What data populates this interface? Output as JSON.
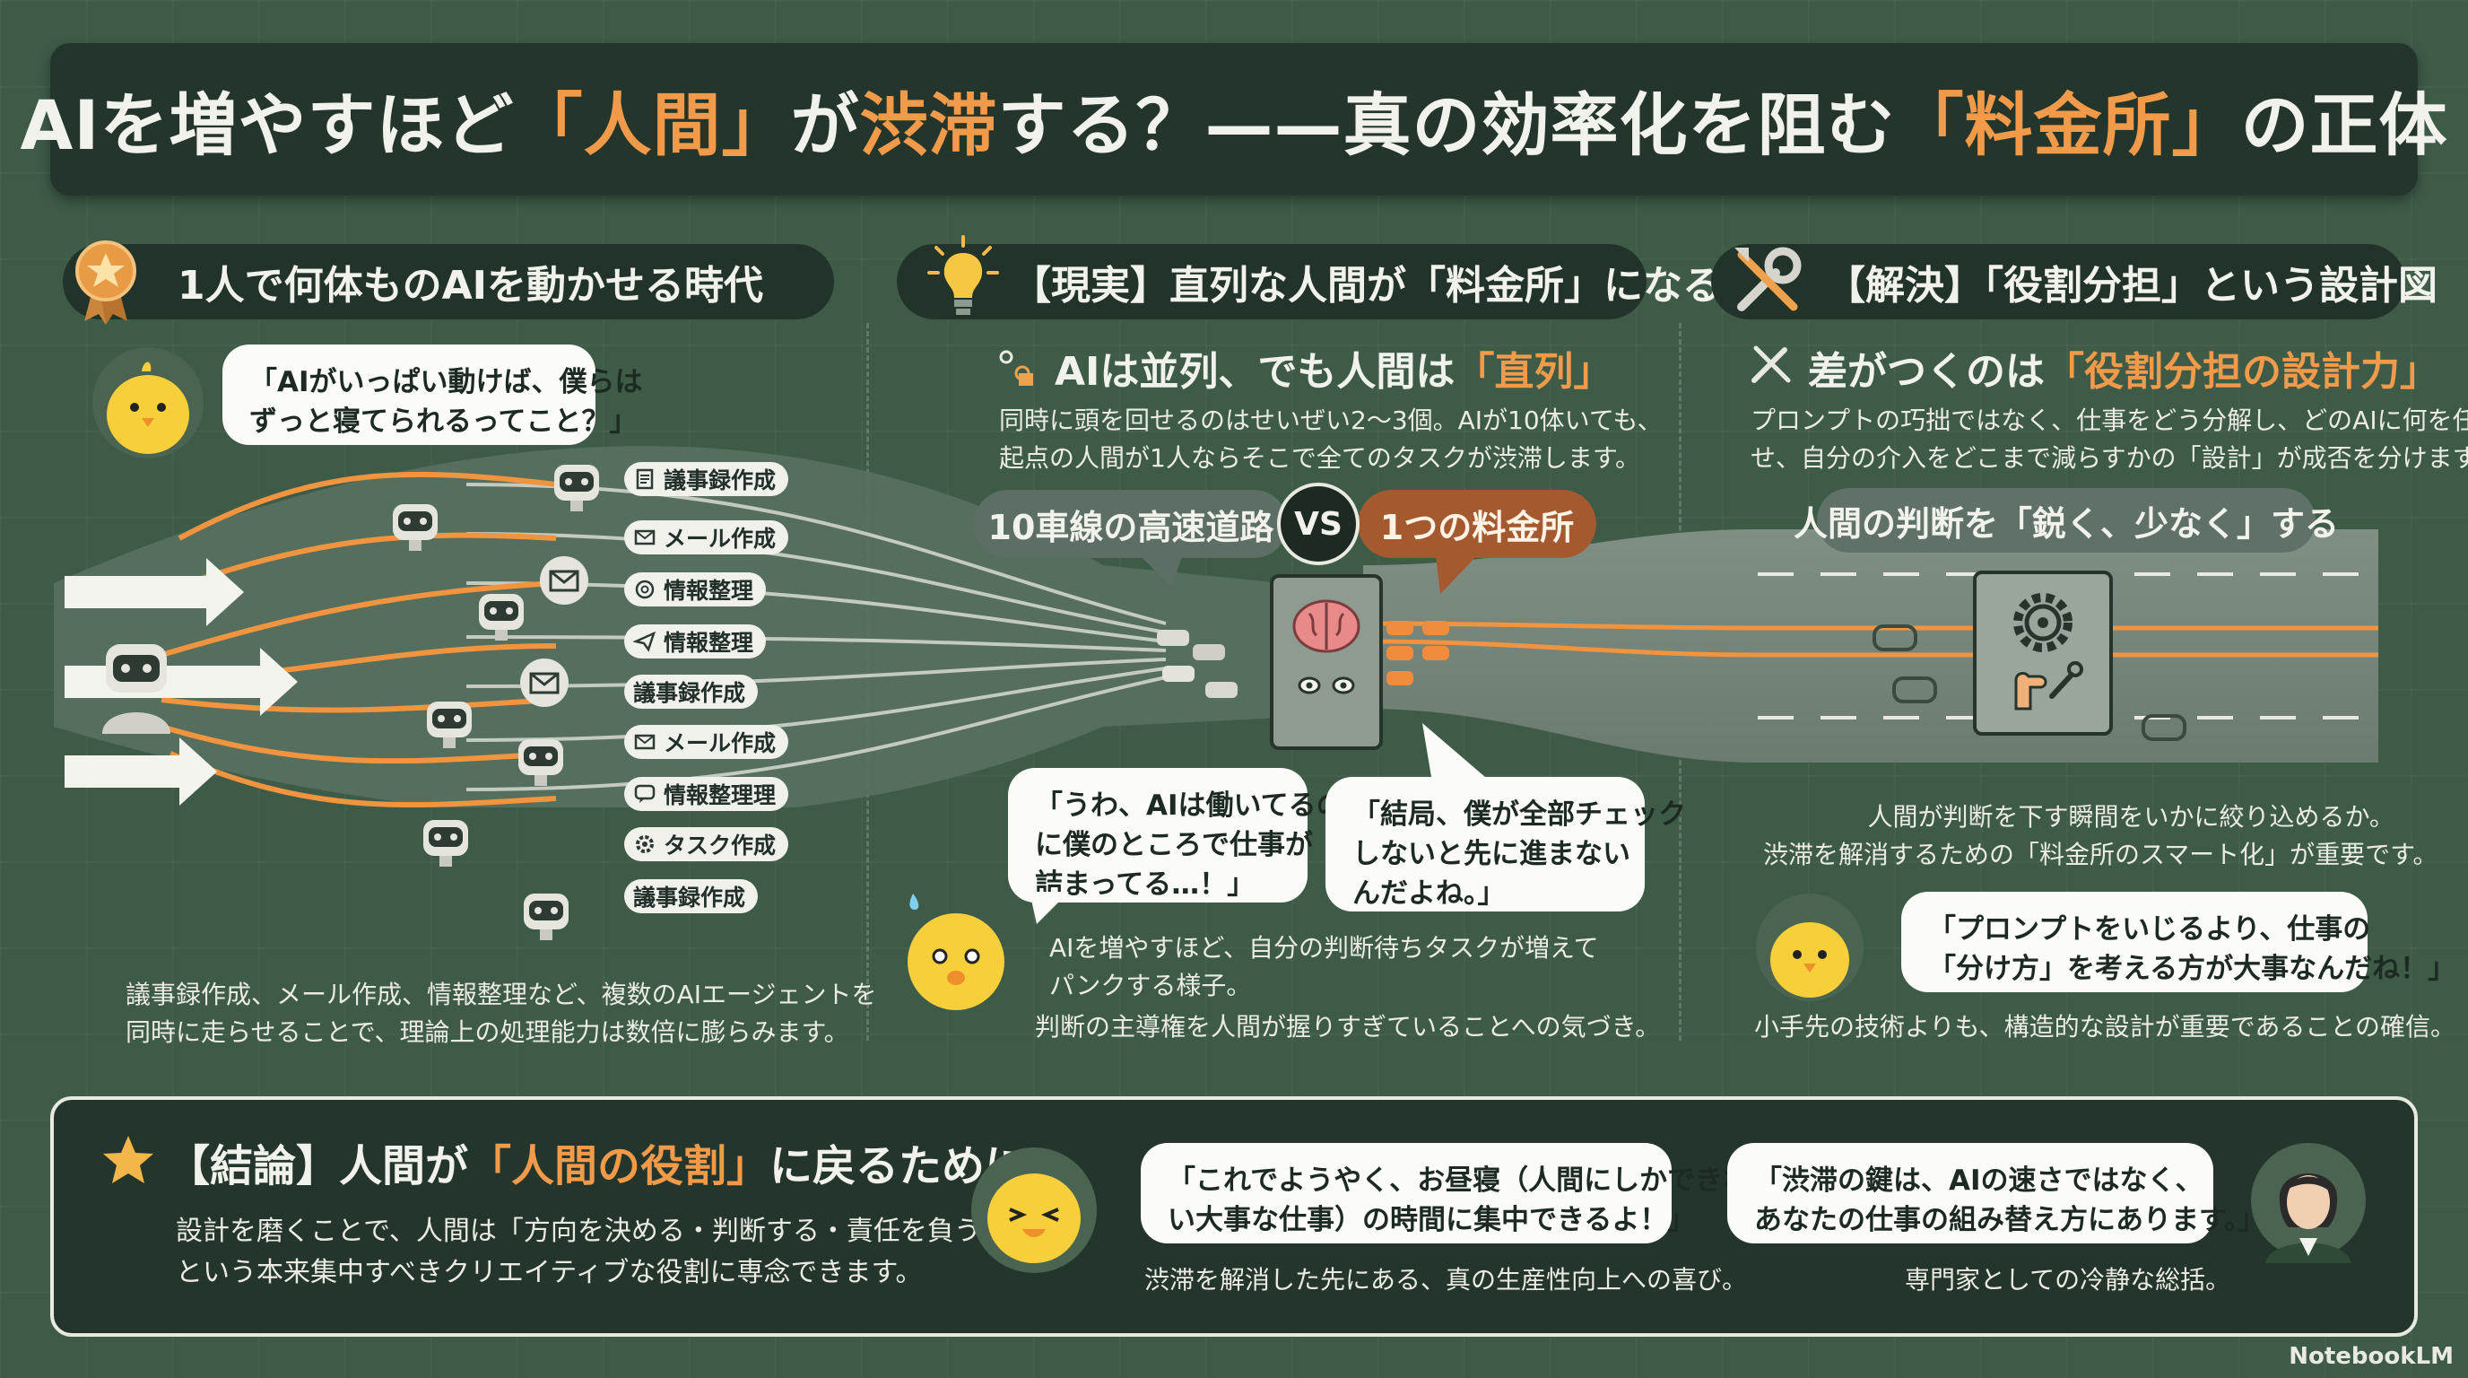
{
  "title": {
    "part1": "AIを増やすほど",
    "hl1": "「人間」",
    "part2": "が",
    "hl2": "渋滞",
    "part3": "する？——真の効率化を阻む",
    "hl3": "「料金所」",
    "part4": "の正体"
  },
  "section1": {
    "heading": "1人で何体ものAIを動かせる時代",
    "bubble_line1": "「AIがいっぱい動けば、僕らは",
    "bubble_line2": "ずっと寝てられるってこと？」",
    "tasks": [
      "議事録作成",
      "メール作成",
      "情報整理",
      "情報整理",
      "議事録作成",
      "メール作成",
      "情報整理理",
      "タスク作成",
      "議事録作成"
    ],
    "body_line1": "議事録作成、メール作成、情報整理など、複数のAIエージェントを",
    "body_line2": "同時に走らせることで、理論上の処理能力は数倍に膨らみます。"
  },
  "section2": {
    "heading": "【現実】直列な人間が「料金所」になる",
    "sub_a": "AIは並列、でも人間は",
    "sub_hl": "「直列」",
    "body_line1": "同時に頭を回せるのはせいぜい2〜3個。AIが10体いても、",
    "body_line2": "起点の人間が1人ならそこで全てのタスクが渋滞します。",
    "pill_left": "10車線の高速道路",
    "vs": "VS",
    "pill_right": "1つの料金所",
    "bubble1": [
      "「うわ、AIは働いてるの",
      "に僕のところで仕事が",
      "詰まってる…！」"
    ],
    "bubble2": [
      "「結局、僕が全部チェック",
      "しないと先に進まない",
      "んだよね。」"
    ],
    "caption_line1": "AIを増やすほど、自分の判断待ちタスクが増えて",
    "caption_line2": "パンクする様子。",
    "caption_line3": "判断の主導権を人間が握りすぎていることへの気づき。"
  },
  "section3": {
    "heading": "【解決】「役割分担」という設計図",
    "sub_a": "差がつくのは",
    "sub_hl": "「役割分担の設計力」",
    "body_line1": "プロンプトの巧拙ではなく、仕事をどう分解し、どのAIに何を任",
    "body_line2": "せ、自分の介入をどこまで減らすかの「設計」が成否を分けます。",
    "pill": "人間の判断を「鋭く、少なく」する",
    "caption_line1": "人間が判断を下す瞬間をいかに絞り込めるか。",
    "caption_line2": "渋滞を解消するための「料金所のスマート化」が重要です。",
    "bubble_line1": "「プロンプトをいじるより、仕事の",
    "bubble_line2": "「分け方」を考える方が大事なんだね！」",
    "footer": "小手先の技術よりも、構造的な設計が重要であることの確信。"
  },
  "conclusion": {
    "heading_a": "【結論】人間が",
    "heading_hl": "「人間の役割」",
    "heading_b": "に戻るために",
    "body_line1": "設計を磨くことで、人間は「方向を決める・判断する・責任を負う」",
    "body_line2": "という本来集中すべきクリエイティブな役割に専念できます。",
    "bubble1_line1": "「これでようやく、お昼寝（人間にしかできな",
    "bubble1_line2": "い大事な仕事）の時間に集中できるよ！」",
    "caption1": "渋滞を解消した先にある、真の生産性向上への喜び。",
    "bubble2_line1": "「渋滞の鍵は、AIの速さではなく、",
    "bubble2_line2": "あなたの仕事の組み替え方にあります。」",
    "caption2": "専門家としての冷静な総括。"
  },
  "brand": "NotebookLM",
  "colors": {
    "background": "#3e5b48",
    "panel": "#24362b",
    "accent_orange": "#f09a4a",
    "pill_orange": "#a5592f",
    "chick_yellow": "#f6cf3a"
  },
  "icons": [
    "medal-icon",
    "lightbulb-icon",
    "wrench-screwdriver-icon",
    "star-icon",
    "robot-icon",
    "mail-icon",
    "brain-icon",
    "gear-icon",
    "notebook-icon"
  ]
}
